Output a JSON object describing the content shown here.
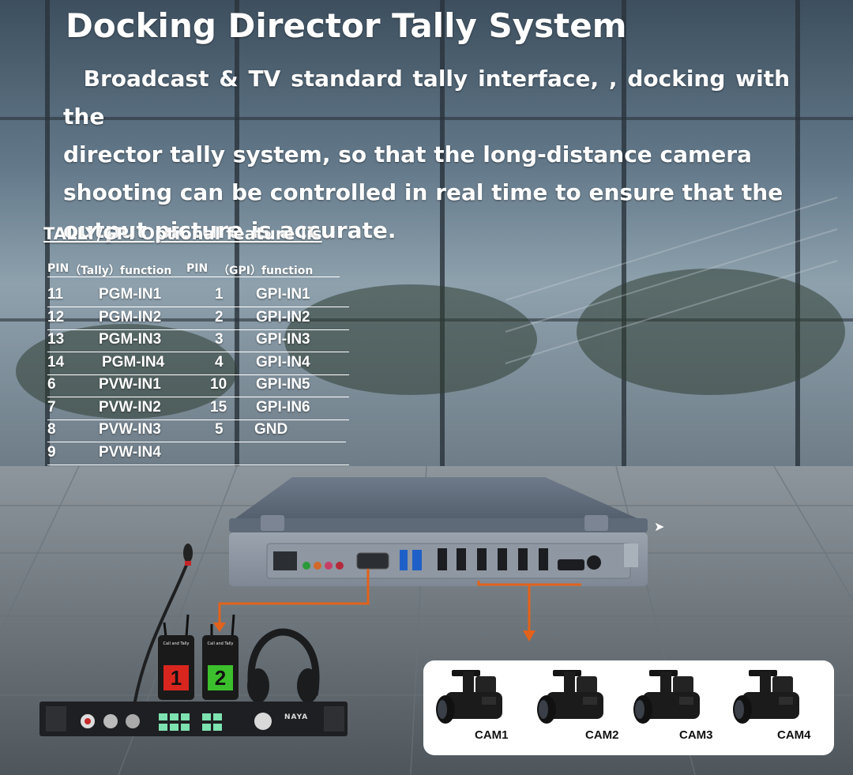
{
  "title": "Docking Director Tally System",
  "description": [
    "  Broadcast & TV standard tally interface, , docking with the",
    "director tally system, so that the long-distance camera",
    "shooting can be controlled in real time to ensure that the",
    "output picture is accurate."
  ],
  "table": {
    "section_title": "TALLY/GPI Optional feature lis",
    "headers": {
      "pin_tally": "PIN",
      "tally_function": "（Tally）function",
      "pin_gpi": "PIN",
      "gpi_function": "（GPI）function"
    },
    "rows": [
      {
        "pin": "11",
        "tally": "PGM-IN1",
        "gpi_pin": "1",
        "gpi": "GPI-IN1"
      },
      {
        "pin": "12",
        "tally": "PGM-IN2",
        "gpi_pin": "2",
        "gpi": "GPI-IN2"
      },
      {
        "pin": "13",
        "tally": "PGM-IN3",
        "gpi_pin": "3",
        "gpi": "GPI-IN3"
      },
      {
        "pin": "14",
        "tally": "PGM-IN4",
        "gpi_pin": "4",
        "gpi": "GPI-IN4"
      },
      {
        "pin": "6",
        "tally": "PVW-IN1",
        "gpi_pin": "10",
        "gpi": "GPI-IN5"
      },
      {
        "pin": "7",
        "tally": "PVW-IN2",
        "gpi_pin": "15",
        "gpi": "GPI-IN6"
      },
      {
        "pin": "8",
        "tally": "PVW-IN3",
        "gpi_pin": "5",
        "gpi": "GND"
      },
      {
        "pin": "9",
        "tally": "PVW-IN4",
        "gpi_pin": "",
        "gpi": ""
      }
    ]
  },
  "cameras": [
    "CAM1",
    "CAM2",
    "CAM3",
    "CAM4"
  ],
  "tally_boxes": [
    "1",
    "2"
  ],
  "tally_box_label": "Call and Tally",
  "rack_brand": "NAYA",
  "colors": {
    "arrow": "#e2621b",
    "tally_red": "#d8261f",
    "tally_green": "#3cbf2c",
    "camera_panel": "#ffffff"
  },
  "icons": [
    "camera-icon",
    "headphones-icon",
    "microphone-icon",
    "power-icon"
  ]
}
